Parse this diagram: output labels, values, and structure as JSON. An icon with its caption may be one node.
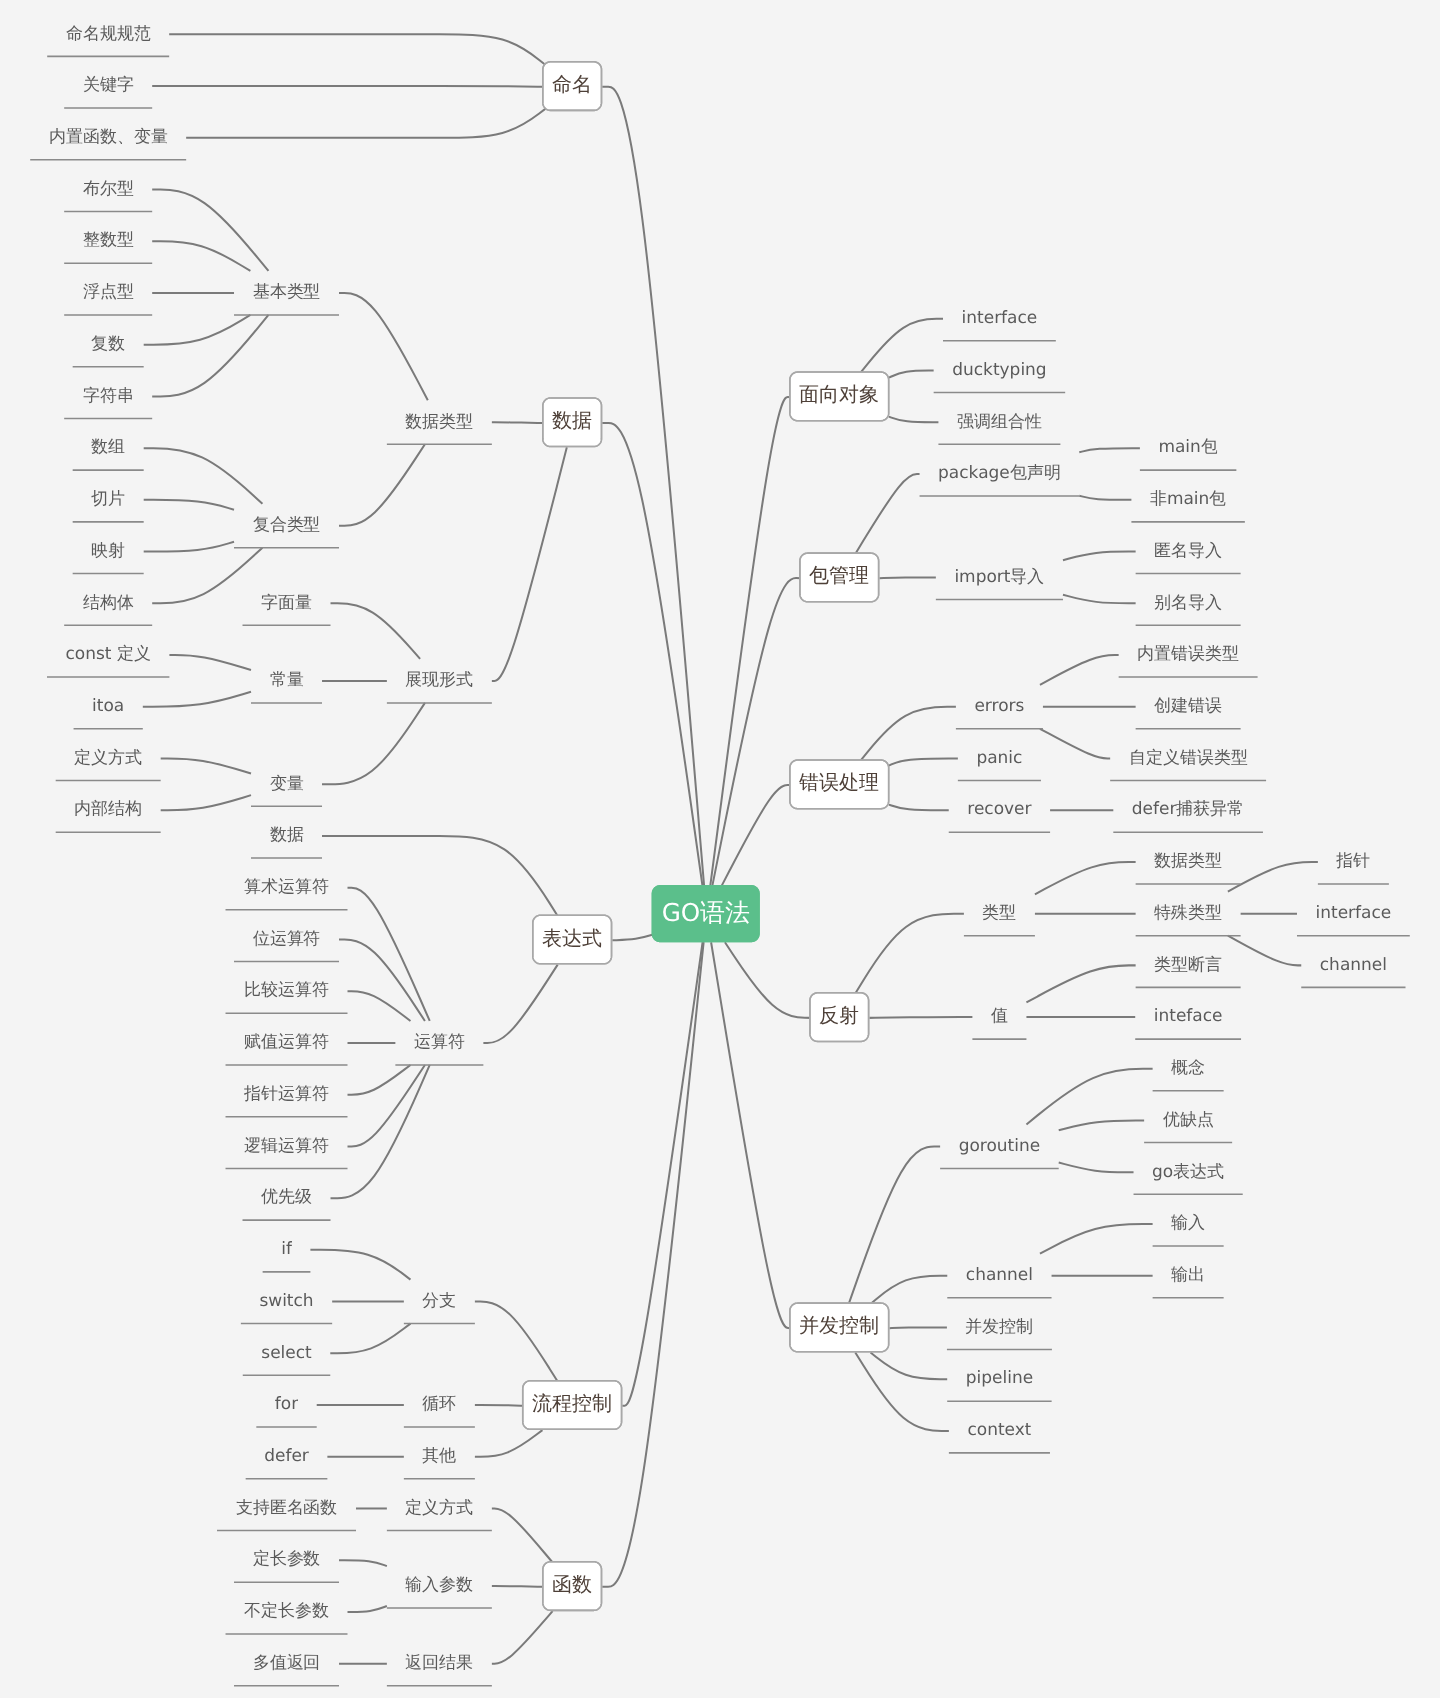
{
  "diagram": {
    "nodes": [
      {
        "text": [
          "GO语法"
        ]
      },
      {
        "text": [
          "面向对象"
        ]
      },
      {
        "text": [
          "interface"
        ]
      },
      {
        "text": [
          "ducktyping"
        ]
      },
      {
        "text": [
          "强调组合性"
        ]
      },
      {
        "text": [
          "包管理"
        ]
      },
      {
        "text": [
          "package包声明"
        ]
      },
      {
        "text": [
          "main包"
        ]
      },
      {
        "text": [
          "非main包"
        ]
      },
      {
        "text": [
          "import导入"
        ]
      },
      {
        "text": [
          "匿名导入"
        ]
      },
      {
        "text": [
          "别名导入"
        ]
      },
      {
        "text": [
          "错误处理"
        ]
      },
      {
        "text": [
          "errors"
        ]
      },
      {
        "text": [
          "内置错误类型"
        ]
      },
      {
        "text": [
          "创建错误"
        ]
      },
      {
        "text": [
          "自定义错误类型"
        ]
      },
      {
        "text": [
          "panic"
        ]
      },
      {
        "text": [
          "recover"
        ]
      },
      {
        "text": [
          "defer捕获异常"
        ]
      },
      {
        "text": [
          "反射"
        ]
      },
      {
        "text": [
          "类型"
        ]
      },
      {
        "text": [
          "数据类型"
        ]
      },
      {
        "text": [
          "特殊类型"
        ]
      },
      {
        "text": [
          "指针"
        ]
      },
      {
        "text": [
          "interface"
        ]
      },
      {
        "text": [
          "channel"
        ]
      },
      {
        "text": [
          "值"
        ]
      },
      {
        "text": [
          "类型断言"
        ]
      },
      {
        "text": [
          "inteface"
        ]
      },
      {
        "text": [
          "并发控制"
        ]
      },
      {
        "text": [
          "goroutine"
        ]
      },
      {
        "text": [
          "概念"
        ]
      },
      {
        "text": [
          "优缺点"
        ]
      },
      {
        "text": [
          "go表达式"
        ]
      },
      {
        "text": [
          "channel"
        ]
      },
      {
        "text": [
          "输入"
        ]
      },
      {
        "text": [
          "输出"
        ]
      },
      {
        "text": [
          "并发控制"
        ]
      },
      {
        "text": [
          "pipeline"
        ]
      },
      {
        "text": [
          "context"
        ]
      },
      {
        "text": [
          "命名"
        ]
      },
      {
        "text": [
          "命名规规范"
        ]
      },
      {
        "text": [
          "关键字"
        ]
      },
      {
        "text": [
          "内置函数、变量"
        ]
      },
      {
        "text": [
          "数据"
        ]
      },
      {
        "text": [
          "数据类型"
        ]
      },
      {
        "text": [
          "基本类型"
        ]
      },
      {
        "text": [
          "布尔型"
        ]
      },
      {
        "text": [
          "整数型"
        ]
      },
      {
        "text": [
          "浮点型"
        ]
      },
      {
        "text": [
          "复数"
        ]
      },
      {
        "text": [
          "字符串"
        ]
      },
      {
        "text": [
          "复合类型"
        ]
      },
      {
        "text": [
          "数组"
        ]
      },
      {
        "text": [
          "切片"
        ]
      },
      {
        "text": [
          "映射"
        ]
      },
      {
        "text": [
          "结构体"
        ]
      },
      {
        "text": [
          "展现形式"
        ]
      },
      {
        "text": [
          "字面量"
        ]
      },
      {
        "text": [
          "常量"
        ]
      },
      {
        "text": [
          "const 定义"
        ]
      },
      {
        "text": [
          "itoa"
        ]
      },
      {
        "text": [
          "变量"
        ]
      },
      {
        "text": [
          "定义方式"
        ]
      },
      {
        "text": [
          "内部结构"
        ]
      },
      {
        "text": [
          "表达式"
        ]
      },
      {
        "text": [
          "数据"
        ]
      },
      {
        "text": [
          "运算符"
        ]
      },
      {
        "text": [
          "算术运算符"
        ]
      },
      {
        "text": [
          "位运算符"
        ]
      },
      {
        "text": [
          "比较运算符"
        ]
      },
      {
        "text": [
          "赋值运算符"
        ]
      },
      {
        "text": [
          "指针运算符"
        ]
      },
      {
        "text": [
          "逻辑运算符"
        ]
      },
      {
        "text": [
          "优先级"
        ]
      },
      {
        "text": [
          "流程控制"
        ]
      },
      {
        "text": [
          "分支"
        ]
      },
      {
        "text": [
          "if"
        ]
      },
      {
        "text": [
          "switch"
        ]
      },
      {
        "text": [
          "select"
        ]
      },
      {
        "text": [
          "循环"
        ]
      },
      {
        "text": [
          "for"
        ]
      },
      {
        "text": [
          "其他"
        ]
      },
      {
        "text": [
          "defer"
        ]
      },
      {
        "text": [
          "函数"
        ]
      },
      {
        "text": [
          "定义方式"
        ]
      },
      {
        "text": [
          "支持匿名函数"
        ]
      },
      {
        "text": [
          "输入参数"
        ]
      },
      {
        "text": [
          "定长参数"
        ]
      },
      {
        "text": [
          "不定长参数"
        ]
      },
      {
        "text": [
          "返回结果"
        ]
      },
      {
        "text": [
          "多值返回"
        ]
      }
    ],
    "edges": [
      {
        "from": 0,
        "to": 1,
        "arrow": "none"
      },
      {
        "from": 1,
        "to": 2,
        "arrow": "none"
      },
      {
        "from": 1,
        "to": 3,
        "arrow": "none"
      },
      {
        "from": 1,
        "to": 4,
        "arrow": "none"
      },
      {
        "from": 0,
        "to": 5,
        "arrow": "none"
      },
      {
        "from": 5,
        "to": 6,
        "arrow": "none"
      },
      {
        "from": 6,
        "to": 7,
        "arrow": "none"
      },
      {
        "from": 6,
        "to": 8,
        "arrow": "none"
      },
      {
        "from": 5,
        "to": 9,
        "arrow": "none"
      },
      {
        "from": 9,
        "to": 10,
        "arrow": "none"
      },
      {
        "from": 9,
        "to": 11,
        "arrow": "none"
      },
      {
        "from": 0,
        "to": 12,
        "arrow": "none"
      },
      {
        "from": 12,
        "to": 13,
        "arrow": "none"
      },
      {
        "from": 13,
        "to": 14,
        "arrow": "none"
      },
      {
        "from": 13,
        "to": 15,
        "arrow": "none"
      },
      {
        "from": 13,
        "to": 16,
        "arrow": "none"
      },
      {
        "from": 12,
        "to": 17,
        "arrow": "none"
      },
      {
        "from": 12,
        "to": 18,
        "arrow": "none"
      },
      {
        "from": 18,
        "to": 19,
        "arrow": "none"
      },
      {
        "from": 0,
        "to": 20,
        "arrow": "none"
      },
      {
        "from": 20,
        "to": 21,
        "arrow": "none"
      },
      {
        "from": 21,
        "to": 22,
        "arrow": "none"
      },
      {
        "from": 21,
        "to": 23,
        "arrow": "none"
      },
      {
        "from": 23,
        "to": 24,
        "arrow": "none"
      },
      {
        "from": 23,
        "to": 25,
        "arrow": "none"
      },
      {
        "from": 23,
        "to": 26,
        "arrow": "none"
      },
      {
        "from": 20,
        "to": 27,
        "arrow": "none"
      },
      {
        "from": 27,
        "to": 28,
        "arrow": "none"
      },
      {
        "from": 27,
        "to": 29,
        "arrow": "none"
      },
      {
        "from": 0,
        "to": 30,
        "arrow": "none"
      },
      {
        "from": 30,
        "to": 31,
        "arrow": "none"
      },
      {
        "from": 31,
        "to": 32,
        "arrow": "none"
      },
      {
        "from": 31,
        "to": 33,
        "arrow": "none"
      },
      {
        "from": 31,
        "to": 34,
        "arrow": "none"
      },
      {
        "from": 30,
        "to": 35,
        "arrow": "none"
      },
      {
        "from": 35,
        "to": 36,
        "arrow": "none"
      },
      {
        "from": 35,
        "to": 37,
        "arrow": "none"
      },
      {
        "from": 30,
        "to": 38,
        "arrow": "none"
      },
      {
        "from": 30,
        "to": 39,
        "arrow": "none"
      },
      {
        "from": 30,
        "to": 40,
        "arrow": "none"
      },
      {
        "from": 41,
        "to": 0,
        "arrow": "none"
      },
      {
        "from": 42,
        "to": 41,
        "arrow": "none"
      },
      {
        "from": 43,
        "to": 41,
        "arrow": "none"
      },
      {
        "from": 44,
        "to": 41,
        "arrow": "none"
      },
      {
        "from": 45,
        "to": 0,
        "arrow": "none"
      },
      {
        "from": 46,
        "to": 45,
        "arrow": "none"
      },
      {
        "from": 47,
        "to": 46,
        "arrow": "none"
      },
      {
        "from": 48,
        "to": 47,
        "arrow": "none"
      },
      {
        "from": 49,
        "to": 47,
        "arrow": "none"
      },
      {
        "from": 50,
        "to": 47,
        "arrow": "none"
      },
      {
        "from": 51,
        "to": 47,
        "arrow": "none"
      },
      {
        "from": 52,
        "to": 47,
        "arrow": "none"
      },
      {
        "from": 53,
        "to": 46,
        "arrow": "none"
      },
      {
        "from": 54,
        "to": 53,
        "arrow": "none"
      },
      {
        "from": 55,
        "to": 53,
        "arrow": "none"
      },
      {
        "from": 56,
        "to": 53,
        "arrow": "none"
      },
      {
        "from": 57,
        "to": 53,
        "arrow": "none"
      },
      {
        "from": 58,
        "to": 45,
        "arrow": "none"
      },
      {
        "from": 59,
        "to": 58,
        "arrow": "none"
      },
      {
        "from": 60,
        "to": 58,
        "arrow": "none"
      },
      {
        "from": 61,
        "to": 60,
        "arrow": "none"
      },
      {
        "from": 62,
        "to": 60,
        "arrow": "none"
      },
      {
        "from": 63,
        "to": 58,
        "arrow": "none"
      },
      {
        "from": 64,
        "to": 63,
        "arrow": "none"
      },
      {
        "from": 65,
        "to": 63,
        "arrow": "none"
      },
      {
        "from": 66,
        "to": 0,
        "arrow": "none"
      },
      {
        "from": 67,
        "to": 66,
        "arrow": "none"
      },
      {
        "from": 68,
        "to": 66,
        "arrow": "none"
      },
      {
        "from": 69,
        "to": 68,
        "arrow": "none"
      },
      {
        "from": 70,
        "to": 68,
        "arrow": "none"
      },
      {
        "from": 71,
        "to": 68,
        "arrow": "none"
      },
      {
        "from": 72,
        "to": 68,
        "arrow": "none"
      },
      {
        "from": 73,
        "to": 68,
        "arrow": "none"
      },
      {
        "from": 74,
        "to": 68,
        "arrow": "none"
      },
      {
        "from": 75,
        "to": 68,
        "arrow": "none"
      },
      {
        "from": 76,
        "to": 0,
        "arrow": "none"
      },
      {
        "from": 77,
        "to": 76,
        "arrow": "none"
      },
      {
        "from": 78,
        "to": 77,
        "arrow": "none"
      },
      {
        "from": 79,
        "to": 77,
        "arrow": "none"
      },
      {
        "from": 80,
        "to": 77,
        "arrow": "none"
      },
      {
        "from": 81,
        "to": 76,
        "arrow": "none"
      },
      {
        "from": 82,
        "to": 81,
        "arrow": "none"
      },
      {
        "from": 83,
        "to": 76,
        "arrow": "none"
      },
      {
        "from": 84,
        "to": 83,
        "arrow": "none"
      },
      {
        "from": 85,
        "to": 0,
        "arrow": "none"
      },
      {
        "from": 86,
        "to": 85,
        "arrow": "none"
      },
      {
        "from": 87,
        "to": 86,
        "arrow": "none"
      },
      {
        "from": 88,
        "to": 85,
        "arrow": "none"
      },
      {
        "from": 89,
        "to": 88,
        "arrow": "none"
      },
      {
        "from": 90,
        "to": 88,
        "arrow": "none"
      },
      {
        "from": 91,
        "to": 85,
        "arrow": "none"
      },
      {
        "from": 92,
        "to": 91,
        "arrow": "none"
      }
    ]
  }
}
